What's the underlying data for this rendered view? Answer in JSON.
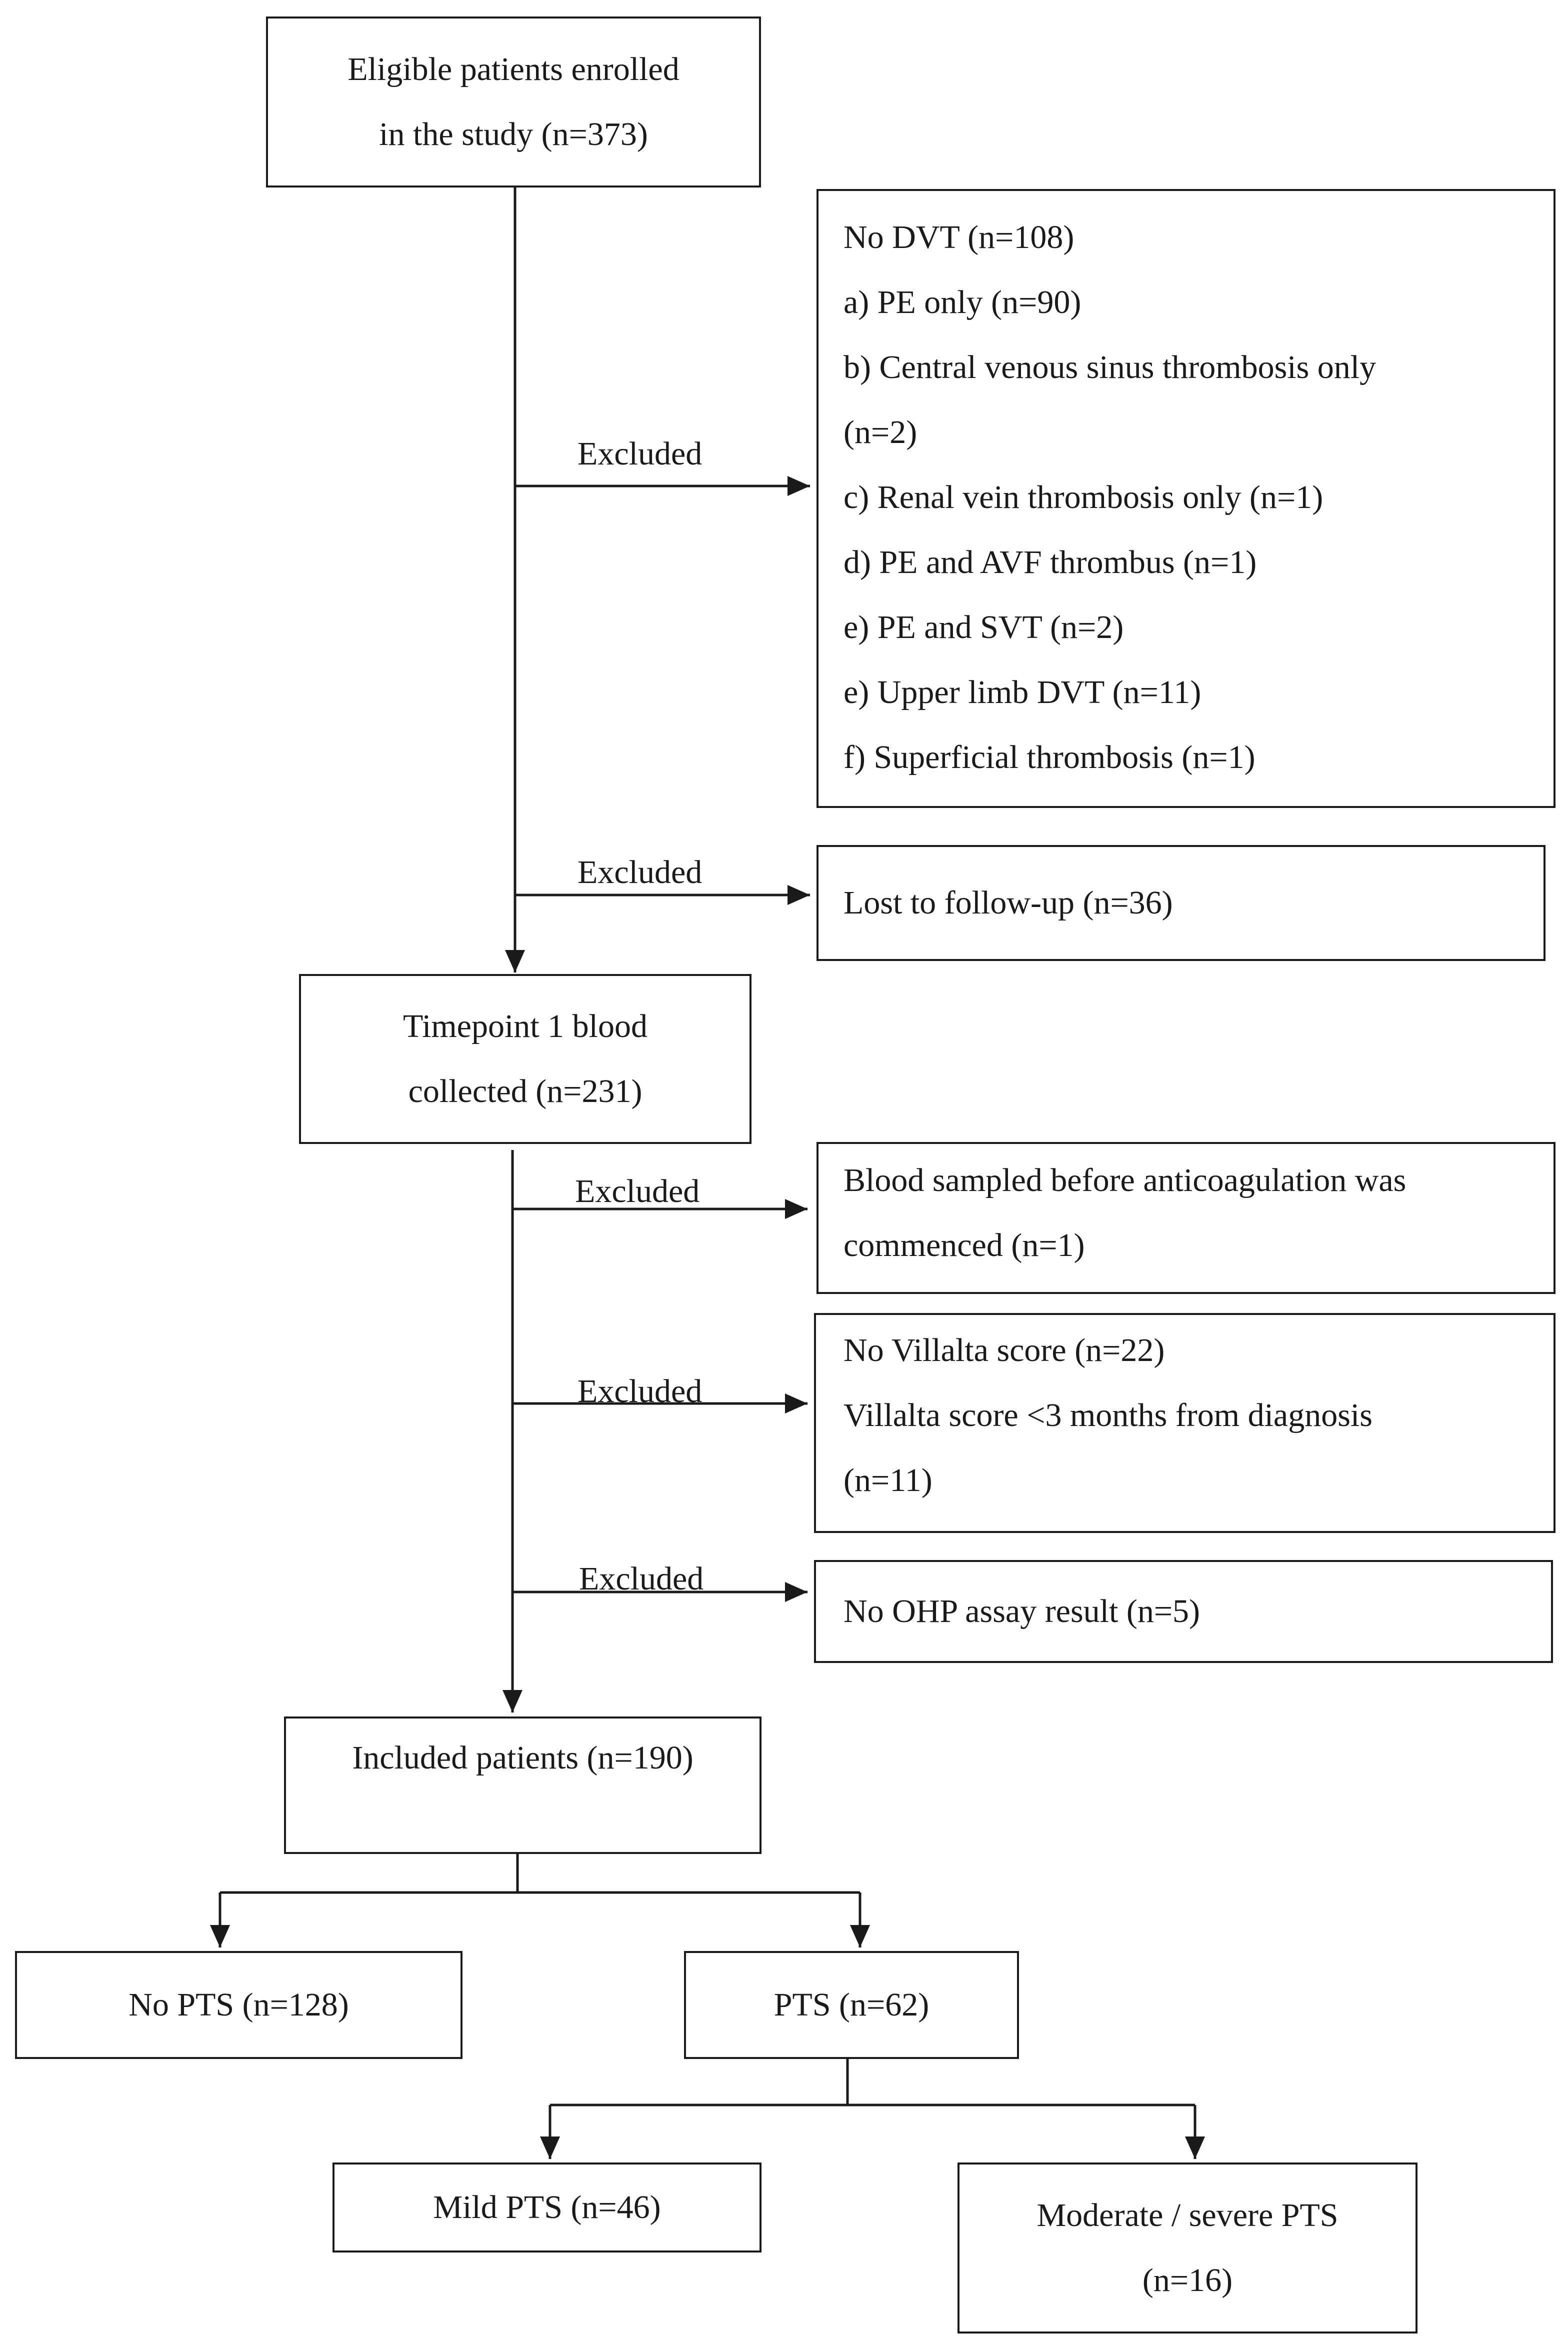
{
  "enrolled": {
    "lines": [
      "Eligible patients enrolled",
      "in the study (n=373)"
    ]
  },
  "exclusion_no_dvt": {
    "edge_label": "Excluded",
    "lines": [
      "No DVT (n=108)",
      "a) PE only (n=90)",
      "b)  Central  venous  sinus  thrombosis only",
      "(n=2)",
      "c) Renal vein thrombosis only (n=1)",
      "d) PE and AVF thrombus (n=1)",
      "e) PE and SVT (n=2)",
      "e) Upper limb DVT (n=11)",
      "f) Superficial thrombosis (n=1)"
    ]
  },
  "exclusion_lost": {
    "edge_label": "Excluded",
    "lines": [
      "Lost to follow-up (n=36)"
    ]
  },
  "timepoint1": {
    "lines": [
      "Timepoint 1 blood",
      "collected (n=231)"
    ]
  },
  "exclusion_blood_sampled": {
    "edge_label": "Excluded",
    "lines": [
      "Blood sampled before anticoagulation was",
      "commenced (n=1)"
    ]
  },
  "exclusion_villalta": {
    "edge_label": "Excluded",
    "lines": [
      "No Villalta score (n=22)",
      "Villalta score <3 months from diagnosis",
      "(n=11)"
    ]
  },
  "exclusion_ohp": {
    "edge_label": "Excluded",
    "lines": [
      "No OHP assay result (n=5)"
    ]
  },
  "included": {
    "lines": [
      "Included patients (n=190)"
    ]
  },
  "no_pts": {
    "lines": [
      "No PTS (n=128)"
    ]
  },
  "pts": {
    "lines": [
      "PTS (n=62)"
    ]
  },
  "mild_pts": {
    "lines": [
      "Mild PTS (n=46)"
    ]
  },
  "moderate_severe_pts": {
    "lines": [
      "Moderate / severe PTS",
      "(n=16)"
    ]
  }
}
